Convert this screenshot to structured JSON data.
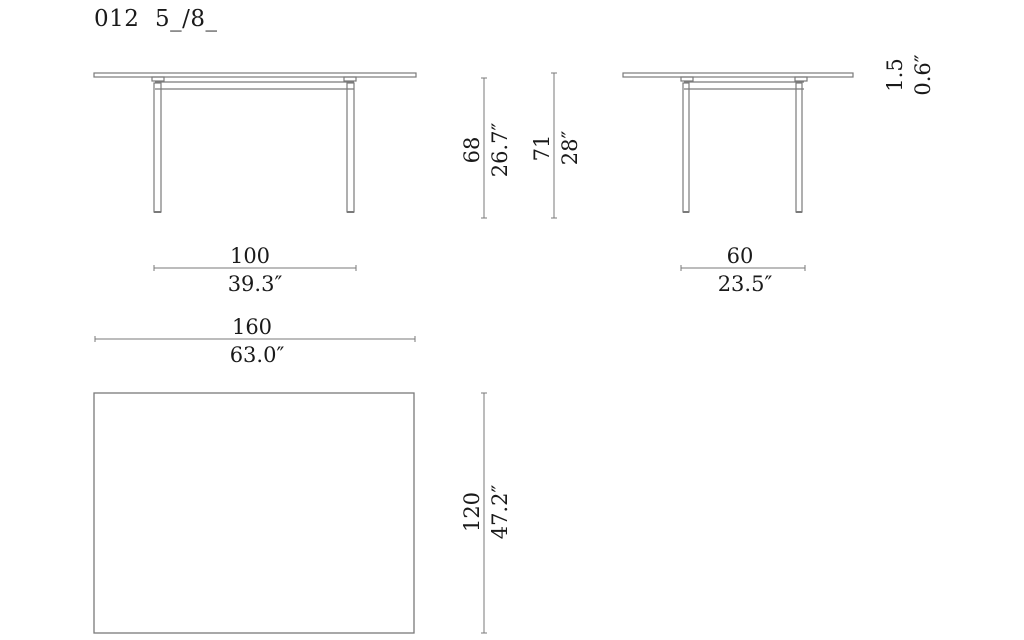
{
  "title": "012  5_/8_",
  "colors": {
    "line": "#7a7a7a",
    "text": "#1a1a1a",
    "background": "#ffffff"
  },
  "front_view": {
    "height_dim": {
      "cm": "68",
      "in": "26.7″"
    },
    "width_dim": {
      "cm": "100",
      "in": "39.3″"
    }
  },
  "overall_height_dim": {
    "cm": "71",
    "in": "28″"
  },
  "side_view": {
    "width_dim": {
      "cm": "60",
      "in": "23.5″"
    },
    "top_thickness_dim": {
      "cm": "1.5",
      "in": "0.6″"
    }
  },
  "top_view": {
    "length_dim": {
      "cm": "160",
      "in": "63.0″"
    },
    "depth_dim": {
      "cm": "120",
      "in": "47.2″"
    }
  }
}
